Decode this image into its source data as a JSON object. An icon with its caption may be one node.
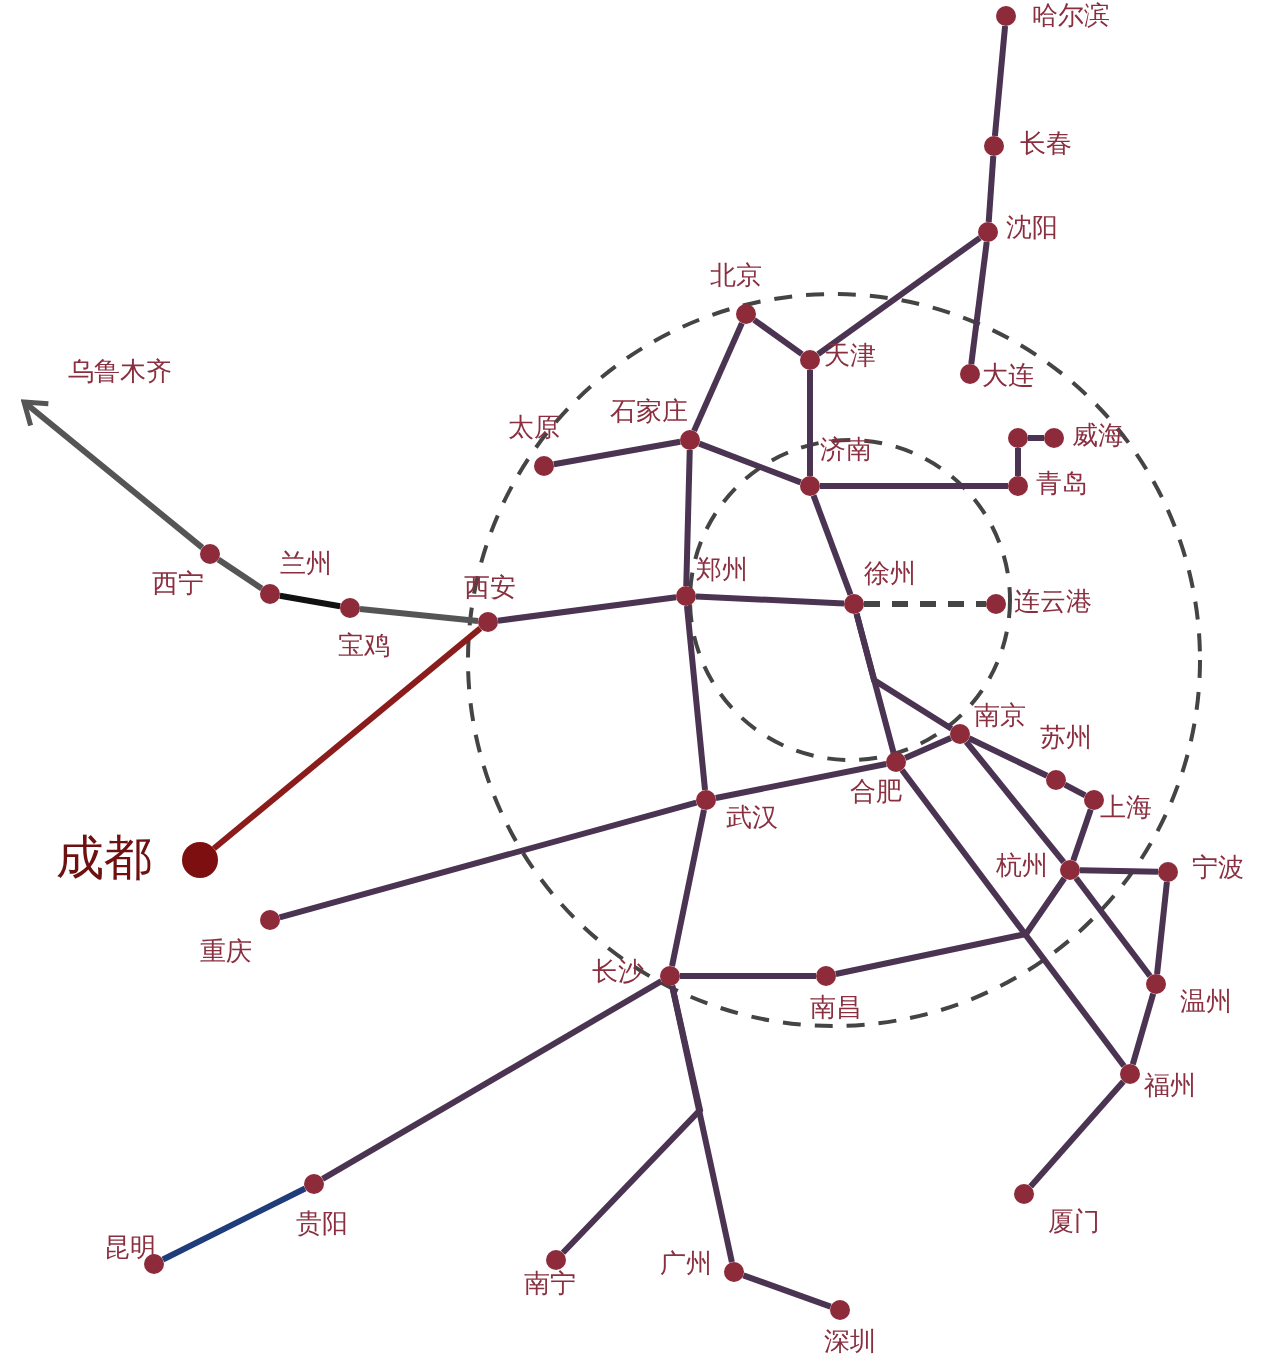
{
  "diagram": {
    "nodes": [
      {
        "text": [],
        "shape": "circle",
        "beside": [
          "哈尔滨"
        ]
      },
      {
        "text": [],
        "shape": "circle",
        "beside": [
          "长春"
        ]
      },
      {
        "text": [],
        "shape": "circle",
        "beside": [
          "沈阳"
        ]
      },
      {
        "text": [],
        "shape": "circle",
        "beside": [
          "北京"
        ]
      },
      {
        "text": [],
        "shape": "circle",
        "beside": [
          "天津"
        ]
      },
      {
        "text": [],
        "shape": "circle",
        "beside": [
          "大连"
        ]
      },
      {
        "text": [],
        "shape": "circle"
      },
      {
        "text": [],
        "shape": "circle",
        "beside": [
          "威海"
        ]
      },
      {
        "text": [],
        "shape": "circle",
        "beside": [
          "石家庄"
        ]
      },
      {
        "text": [],
        "shape": "circle",
        "beside": [
          "太原"
        ]
      },
      {
        "text": [],
        "shape": "circle",
        "beside": [
          "济南"
        ]
      },
      {
        "text": [],
        "shape": "circle",
        "beside": [
          "青岛"
        ]
      },
      {
        "text": [],
        "shape": "circle",
        "beside": [
          "西宁"
        ]
      },
      {
        "text": [],
        "shape": "circle",
        "beside": [
          "兰州"
        ]
      },
      {
        "text": [],
        "shape": "circle",
        "beside": [
          "郑州"
        ]
      },
      {
        "text": [],
        "shape": "circle",
        "beside": [
          "徐州"
        ]
      },
      {
        "text": [],
        "shape": "circle",
        "beside": [
          "连云港"
        ]
      },
      {
        "text": [],
        "shape": "circle",
        "beside": [
          "宝鸡"
        ]
      },
      {
        "text": [],
        "shape": "circle",
        "beside": [
          "西安"
        ]
      },
      {
        "text": [],
        "shape": "circle",
        "beside": [
          "南京"
        ]
      },
      {
        "text": [],
        "shape": "circle",
        "beside": [
          "合肥"
        ]
      },
      {
        "text": [],
        "shape": "circle",
        "beside": [
          "苏州"
        ]
      },
      {
        "text": [],
        "shape": "circle",
        "beside": [
          "上海"
        ]
      },
      {
        "text": [],
        "shape": "circle",
        "beside": [
          "武汉"
        ]
      },
      {
        "text": [],
        "shape": "circle",
        "beside": [
          "成都"
        ]
      },
      {
        "text": [],
        "shape": "circle",
        "beside": [
          "杭州"
        ]
      },
      {
        "text": [],
        "shape": "circle",
        "beside": [
          "宁波"
        ]
      },
      {
        "text": [],
        "shape": "circle",
        "beside": [
          "重庆"
        ]
      },
      {
        "text": [],
        "shape": "circle",
        "beside": [
          "长沙"
        ]
      },
      {
        "text": [],
        "shape": "circle",
        "beside": [
          "南昌"
        ]
      },
      {
        "text": [],
        "shape": "circle",
        "beside": [
          "温州"
        ]
      },
      {
        "text": [],
        "shape": "circle",
        "beside": [
          "福州"
        ]
      },
      {
        "text": [],
        "shape": "circle",
        "beside": [
          "贵阳"
        ]
      },
      {
        "text": [],
        "shape": "circle",
        "beside": [
          "厦门"
        ]
      },
      {
        "text": [],
        "shape": "circle",
        "beside": [
          "南宁"
        ]
      },
      {
        "text": [],
        "shape": "circle",
        "beside": [
          "昆明"
        ]
      },
      {
        "text": [],
        "shape": "circle",
        "beside": [
          "广州"
        ]
      },
      {
        "text": [],
        "shape": "circle",
        "beside": [
          "深圳"
        ]
      }
    ],
    "edges": [
      {
        "from": 0,
        "to": 1,
        "arrow": "none"
      },
      {
        "from": 1,
        "to": 2,
        "arrow": "none"
      },
      {
        "from": 2,
        "to": 5,
        "arrow": "none"
      },
      {
        "from": 2,
        "to": 4,
        "arrow": "none"
      },
      {
        "from": 3,
        "to": 4,
        "arrow": "none"
      },
      {
        "from": 8,
        "to": 3,
        "arrow": "none"
      },
      {
        "from": 9,
        "to": 8,
        "arrow": "none"
      },
      {
        "from": 8,
        "to": 10,
        "arrow": "none"
      },
      {
        "from": 4,
        "to": 10,
        "arrow": "none"
      },
      {
        "from": 10,
        "to": 11,
        "arrow": "none"
      },
      {
        "from": 11,
        "to": 6,
        "arrow": "none"
      },
      {
        "from": 6,
        "to": 7,
        "arrow": "none"
      },
      {
        "from": 8,
        "to": 14,
        "arrow": "none"
      },
      {
        "from": 10,
        "to": 15,
        "arrow": "none"
      },
      {
        "from": 14,
        "to": 15,
        "arrow": "none"
      },
      {
        "from": 15,
        "to": 16,
        "arrow": "none",
        "style": "dashed",
        "color": "#444444"
      },
      {
        "from": 18,
        "to": 14,
        "arrow": "none"
      },
      {
        "from": 12,
        "to": null,
        "arrow": "to",
        "color": "#555555"
      },
      {
        "from": 12,
        "to": 13,
        "arrow": "none",
        "color": "#555555"
      },
      {
        "from": 13,
        "to": 17,
        "arrow": "none",
        "color": "#111111"
      },
      {
        "from": 17,
        "to": 18,
        "arrow": "none",
        "color": "#555555"
      },
      {
        "from": 24,
        "to": 18,
        "arrow": "none",
        "color": "#8b1c1c"
      },
      {
        "from": 14,
        "to": 23,
        "arrow": "none"
      },
      {
        "from": 15,
        "to": 20,
        "arrow": "none"
      },
      {
        "from": 15,
        "to": 19,
        "arrow": "none"
      },
      {
        "from": 27,
        "to": 23,
        "arrow": "none"
      },
      {
        "from": 23,
        "to": 20,
        "arrow": "none"
      },
      {
        "from": 20,
        "to": 19,
        "arrow": "none"
      },
      {
        "from": 19,
        "to": 21,
        "arrow": "none"
      },
      {
        "from": 21,
        "to": 22,
        "arrow": "none"
      },
      {
        "from": 22,
        "to": 25,
        "arrow": "none"
      },
      {
        "from": 19,
        "to": 25,
        "arrow": "none"
      },
      {
        "from": 25,
        "to": 26,
        "arrow": "none"
      },
      {
        "from": 25,
        "to": 30,
        "arrow": "none"
      },
      {
        "from": 26,
        "to": 30,
        "arrow": "none"
      },
      {
        "from": 20,
        "to": 31,
        "arrow": "none"
      },
      {
        "from": 30,
        "to": 31,
        "arrow": "none"
      },
      {
        "from": 31,
        "to": 33,
        "arrow": "none"
      },
      {
        "from": 23,
        "to": 28,
        "arrow": "none"
      },
      {
        "from": 28,
        "to": 29,
        "arrow": "none"
      },
      {
        "from": 29,
        "to": 25,
        "arrow": "none"
      },
      {
        "from": 28,
        "to": 32,
        "arrow": "none"
      },
      {
        "from": 32,
        "to": 35,
        "arrow": "none",
        "color": "#1f3d7a"
      },
      {
        "from": 28,
        "to": 36,
        "arrow": "none"
      },
      {
        "from": 28,
        "to": 34,
        "arrow": "none"
      },
      {
        "from": 36,
        "to": 37,
        "arrow": "none"
      }
    ],
    "labels": [
      "乌鲁木齐"
    ]
  }
}
